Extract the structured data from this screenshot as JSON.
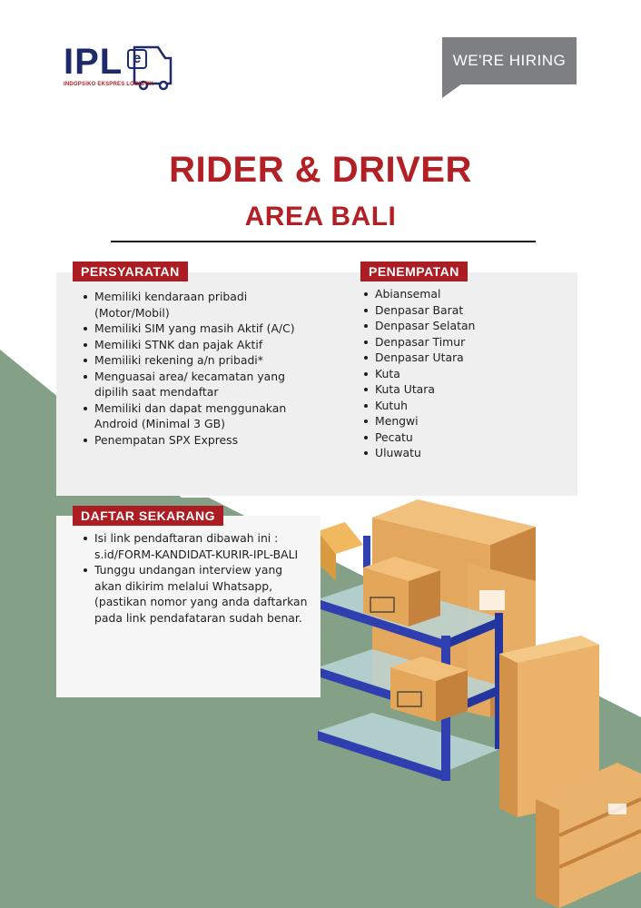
{
  "logo": {
    "text": "IPL",
    "mark": "e",
    "subtitle": "INDOPSIKO EKSPRES LOGISTIK"
  },
  "badge": {
    "label": "WE'RE HIRING"
  },
  "heading": {
    "title": "RIDER & DRIVER",
    "subtitle": "AREA BALI"
  },
  "requirements": {
    "label": "PERSYARATAN",
    "items": [
      "Memiliki kendaraan pribadi (Motor/Mobil)",
      "Memiliki SIM yang masih Aktif (A/C)",
      "Memiliki STNK dan pajak Aktif",
      "Memiliki rekening a/n pribadi*",
      "Menguasai area/ kecamatan yang dipilih saat mendaftar",
      "Memiliki dan dapat menggunakan Android (Minimal 3 GB)",
      "Penempatan SPX Express"
    ]
  },
  "placement": {
    "label": "PENEMPATAN",
    "items": [
      "Abiansemal",
      "Denpasar Barat",
      "Denpasar Selatan",
      "Denpasar Timur",
      "Denpasar Utara",
      "Kuta",
      "Kuta Utara",
      "Kutuh",
      "Mengwi",
      "Pecatu",
      "Uluwatu"
    ]
  },
  "register": {
    "label": "DAFTAR SEKARANG",
    "items": [
      "Isi link pendaftaran dibawah ini : s.id/FORM-KANDIDAT-KURIR-IPL-BALI",
      "Tunggu undangan interview yang akan dikirim melalui Whatsapp, (pastikan nomor yang anda daftarkan pada link pendafataran sudah benar."
    ]
  },
  "colors": {
    "brand_red": "#b21f24",
    "brand_navy": "#1f2a6b",
    "badge_gray": "#7d7f83",
    "background_green": "#84a086",
    "panel_gray": "#efefef"
  },
  "icons": [
    "delivery-truck-icon",
    "cardboard-box-icon",
    "storage-shelf-icon",
    "wooden-crate-icon"
  ]
}
